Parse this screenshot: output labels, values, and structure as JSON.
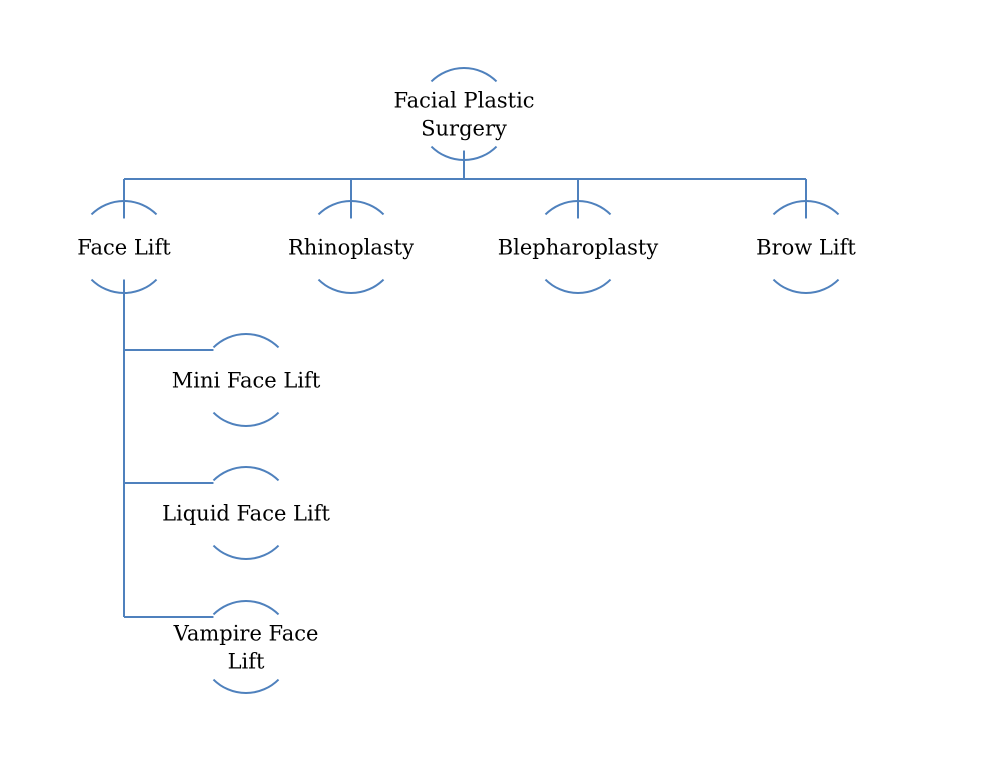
{
  "diagram": {
    "root": {
      "label": "Facial Plastic Surgery",
      "lines": [
        "Facial Plastic",
        "Surgery"
      ]
    },
    "procedures": [
      {
        "label": "Face Lift",
        "lines": [
          "Face Lift"
        ],
        "children": [
          {
            "label": "Mini Face Lift",
            "lines": [
              "Mini Face Lift"
            ]
          },
          {
            "label": "Liquid Face Lift",
            "lines": [
              "Liquid Face Lift"
            ]
          },
          {
            "label": "Vampire Face Lift",
            "lines": [
              "Vampire Face",
              "Lift"
            ]
          }
        ]
      },
      {
        "label": "Rhinoplasty",
        "lines": [
          "Rhinoplasty"
        ],
        "children": []
      },
      {
        "label": "Blepharoplasty",
        "lines": [
          "Blepharoplasty"
        ],
        "children": []
      },
      {
        "label": "Brow Lift",
        "lines": [
          "Brow Lift"
        ],
        "children": []
      }
    ],
    "colors": {
      "line": "#4f81bd",
      "text": "#000000",
      "background": "#ffffff"
    }
  }
}
